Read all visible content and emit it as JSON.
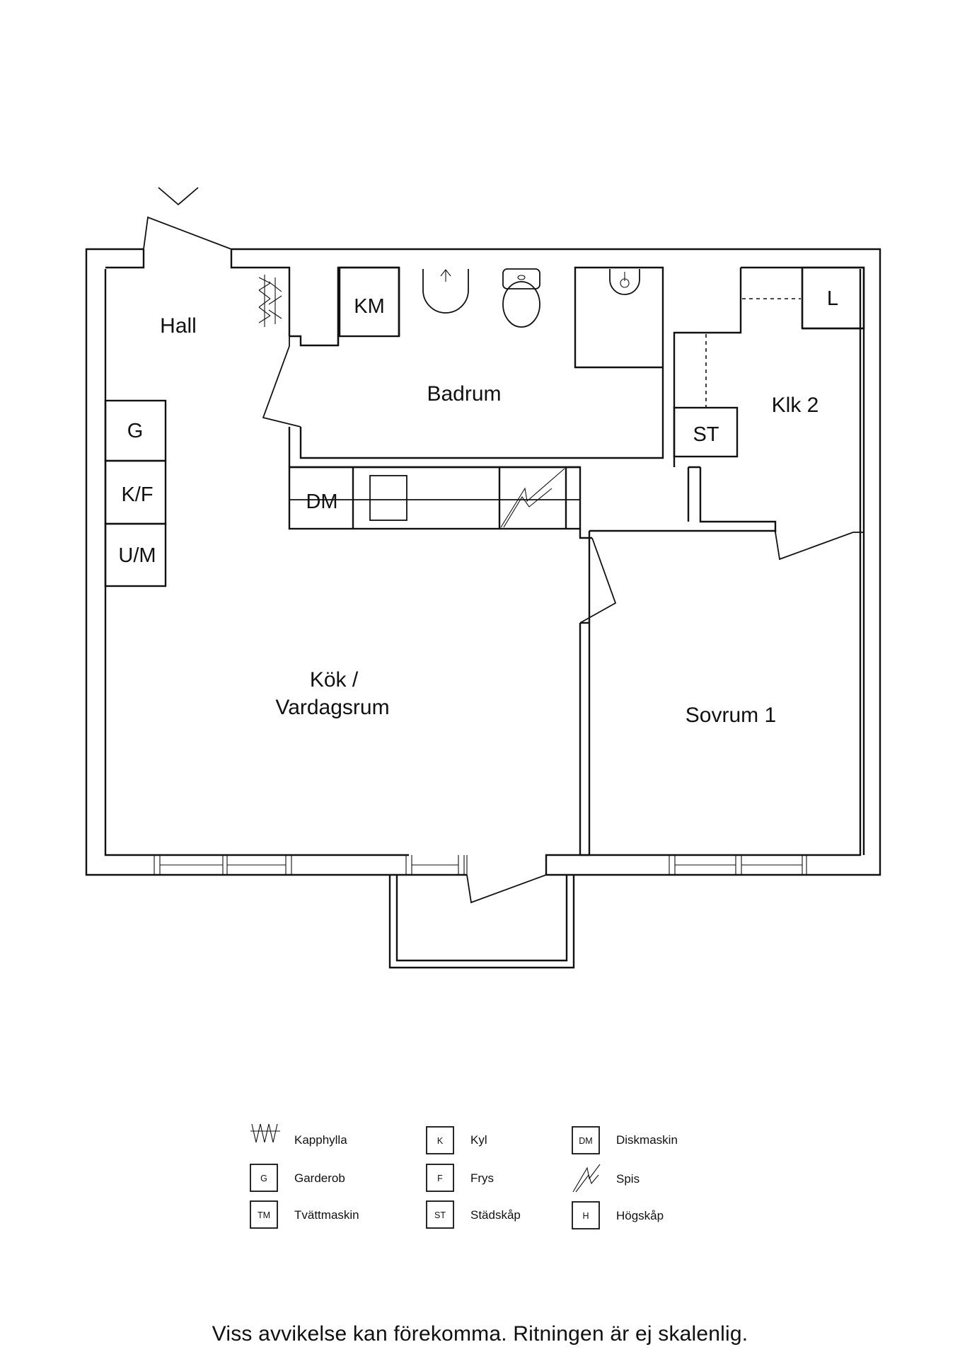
{
  "rooms": {
    "hall": "Hall",
    "badrum": "Badrum",
    "klk2": "Klk 2",
    "kok_line1": "Kök /",
    "kok_line2": "Vardagsrum",
    "sovrum": "Sovrum 1"
  },
  "fixtures": {
    "km": "KM",
    "l": "L",
    "g": "G",
    "kf": "K/F",
    "um": "U/M",
    "st": "ST",
    "dm": "DM"
  },
  "legend": {
    "col1": [
      {
        "code": "",
        "icon": "kapphylla-icon",
        "label": "Kapphylla"
      },
      {
        "code": "G",
        "label": "Garderob"
      },
      {
        "code": "TM",
        "label": "Tvättmaskin"
      }
    ],
    "col2": [
      {
        "code": "K",
        "label": "Kyl"
      },
      {
        "code": "F",
        "label": "Frys"
      },
      {
        "code": "ST",
        "label": "Städskåp"
      }
    ],
    "col3": [
      {
        "code": "DM",
        "label": "Diskmaskin"
      },
      {
        "code": "",
        "icon": "spis-icon",
        "label": "Spis"
      },
      {
        "code": "H",
        "label": "Högskåp"
      }
    ]
  },
  "disclaimer": "Viss avvikelse kan förekomma. Ritningen är ej skalenlig."
}
